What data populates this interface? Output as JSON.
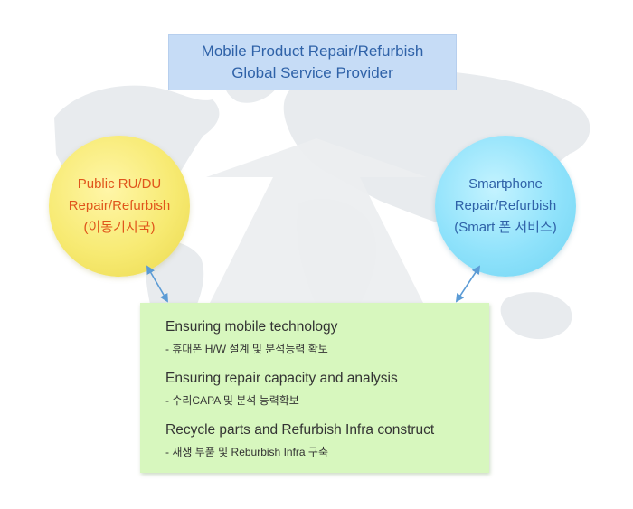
{
  "header": {
    "line1": "Mobile Product Repair/Refurbish",
    "line2": "Global Service Provider"
  },
  "left_circle": {
    "line1": "Public RU/DU",
    "line2": "Repair/Refurbish",
    "line3": "(이동기지국)"
  },
  "right_circle": {
    "line1": "Smartphone",
    "line2": "Repair/Refurbish",
    "line3": "(Smart 폰 서비스)"
  },
  "items": [
    {
      "title": "Ensuring mobile technology",
      "sub": "- 휴대폰 H/W 설계 및 분석능력 확보"
    },
    {
      "title": "Ensuring repair capacity and analysis",
      "sub": "- 수리CAPA 및 분석 능력확보"
    },
    {
      "title": "Recycle parts and Refurbish Infra construct",
      "sub": "- 재생 부품 및 Reburbish Infra 구축"
    }
  ],
  "colors": {
    "header_bg": "#c6dcf6",
    "header_text": "#2f62a8",
    "left_circle": "#f7ea72",
    "left_text": "#e0551b",
    "right_circle": "#8fe2fb",
    "green_box": "#d7f7be",
    "connector": "#5b9bd5",
    "map": "#e8ebee",
    "arrow": "#eceef0"
  },
  "icons": [
    "world-map-background",
    "up-arrow-graphic",
    "double-arrow-connector"
  ]
}
